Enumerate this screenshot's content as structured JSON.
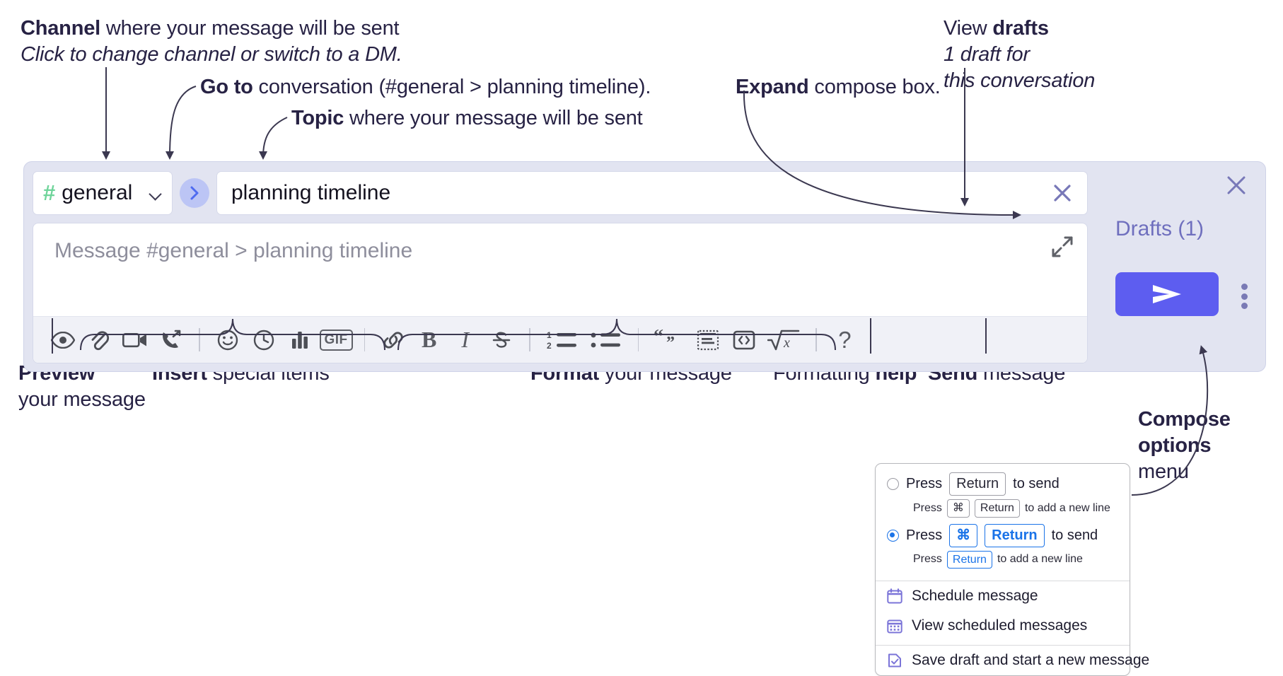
{
  "annotations": {
    "channel": {
      "bold": "Channel",
      "rest": " where your message will be sent",
      "italic": "Click to change channel or switch to a DM."
    },
    "goto": {
      "bold": "Go to",
      "rest": " conversation (#general > planning timeline)."
    },
    "topic": {
      "bold": "Topic",
      "rest": " where your message will be sent"
    },
    "expand": {
      "bold": "Expand",
      "rest": " compose box."
    },
    "drafts": {
      "line1_normal": "View ",
      "line1_bold": "drafts",
      "line2": "1 draft for",
      "line3": "this conversation"
    },
    "preview": {
      "bold": "Preview",
      "rest": "your message"
    },
    "insert": {
      "bold": "Insert",
      "rest": " special items"
    },
    "format": {
      "bold": "Format",
      "rest": " your message"
    },
    "help": {
      "normal": "Formatting ",
      "bold": "help"
    },
    "send": {
      "bold": "Send",
      "rest": " message"
    },
    "compose_options": {
      "bold1": "Compose",
      "bold2": "options",
      "rest": "menu"
    }
  },
  "compose": {
    "channel": {
      "hash": "#",
      "name": "general",
      "chevron_icon": "chevron-down-icon"
    },
    "goto_icon": "chevron-right-icon",
    "topic": {
      "value": "planning timeline",
      "clear_icon": "close-icon"
    },
    "message": {
      "placeholder": "Message #general > planning timeline",
      "value": ""
    },
    "expand_icon": "expand-diagonal-icon",
    "close_icon": "close-icon",
    "drafts_label": "Drafts (1)",
    "send_icon": "send-paper-plane-icon",
    "kebab_icon": "more-vertical-icon",
    "toolbar": [
      {
        "name": "preview-button",
        "icon": "eye-icon",
        "label": ""
      },
      {
        "name": "attach-file-button",
        "icon": "paperclip-icon",
        "label": ""
      },
      {
        "name": "record-video-button",
        "icon": "video-camera-icon",
        "label": ""
      },
      {
        "name": "record-audio-button",
        "icon": "phone-forward-icon",
        "label": ""
      },
      {
        "name": "separator-1",
        "icon": "divider",
        "label": ""
      },
      {
        "name": "emoji-button",
        "icon": "smiley-icon",
        "label": ""
      },
      {
        "name": "schedule-clock-button",
        "icon": "clock-icon",
        "label": ""
      },
      {
        "name": "poll-button",
        "icon": "bar-chart-icon",
        "label": ""
      },
      {
        "name": "gif-button",
        "icon": "gif-icon",
        "label": "GIF"
      },
      {
        "name": "separator-2",
        "icon": "divider",
        "label": ""
      },
      {
        "name": "link-button",
        "icon": "link-icon",
        "label": ""
      },
      {
        "name": "bold-button",
        "icon": "bold-icon",
        "label": "B"
      },
      {
        "name": "italic-button",
        "icon": "italic-icon",
        "label": "I"
      },
      {
        "name": "strikethrough-button",
        "icon": "strikethrough-icon",
        "label": "S"
      },
      {
        "name": "separator-3",
        "icon": "divider",
        "label": ""
      },
      {
        "name": "ordered-list-button",
        "icon": "ordered-list-icon",
        "label": ""
      },
      {
        "name": "bulleted-list-button",
        "icon": "bulleted-list-icon",
        "label": ""
      },
      {
        "name": "separator-4",
        "icon": "divider",
        "label": ""
      },
      {
        "name": "blockquote-button",
        "icon": "quote-icon",
        "label": ""
      },
      {
        "name": "code-block-button",
        "icon": "code-block-icon",
        "label": ""
      },
      {
        "name": "inline-code-button",
        "icon": "code-brackets-icon",
        "label": ""
      },
      {
        "name": "math-button",
        "icon": "square-root-icon",
        "label": ""
      },
      {
        "name": "separator-5",
        "icon": "divider",
        "label": ""
      },
      {
        "name": "formatting-help-button",
        "icon": "question-mark-icon",
        "label": "?"
      }
    ]
  },
  "options_menu": {
    "radio_options": [
      {
        "selected": false,
        "prefix": "Press",
        "keys": [
          "Return"
        ],
        "suffix": "to send",
        "sub_prefix": "Press",
        "sub_keys": [
          "⌘",
          "Return"
        ],
        "sub_suffix": "to add a new line"
      },
      {
        "selected": true,
        "prefix": "Press",
        "keys": [
          "⌘",
          "Return"
        ],
        "suffix": "to send",
        "sub_prefix": "Press",
        "sub_keys": [
          "Return"
        ],
        "sub_suffix": "to add a new line"
      }
    ],
    "items": [
      {
        "icon": "calendar-clock-icon",
        "label": "Schedule message"
      },
      {
        "icon": "calendar-grid-icon",
        "label": "View scheduled messages"
      },
      {
        "icon": "save-draft-icon",
        "label": "Save draft and start a new message"
      }
    ]
  },
  "colors": {
    "panel_bg": "#e2e4f1",
    "send_button": "#5d5df0",
    "hash_green": "#6fd49a",
    "goto_bubble": "#bcc5f5",
    "drafts_text": "#6f6fbe",
    "annotation_text": "#272244",
    "toolbar_bg": "#f0f1f7",
    "radio_blue": "#1a73e8",
    "menu_icon_purple": "#7b74d8"
  }
}
